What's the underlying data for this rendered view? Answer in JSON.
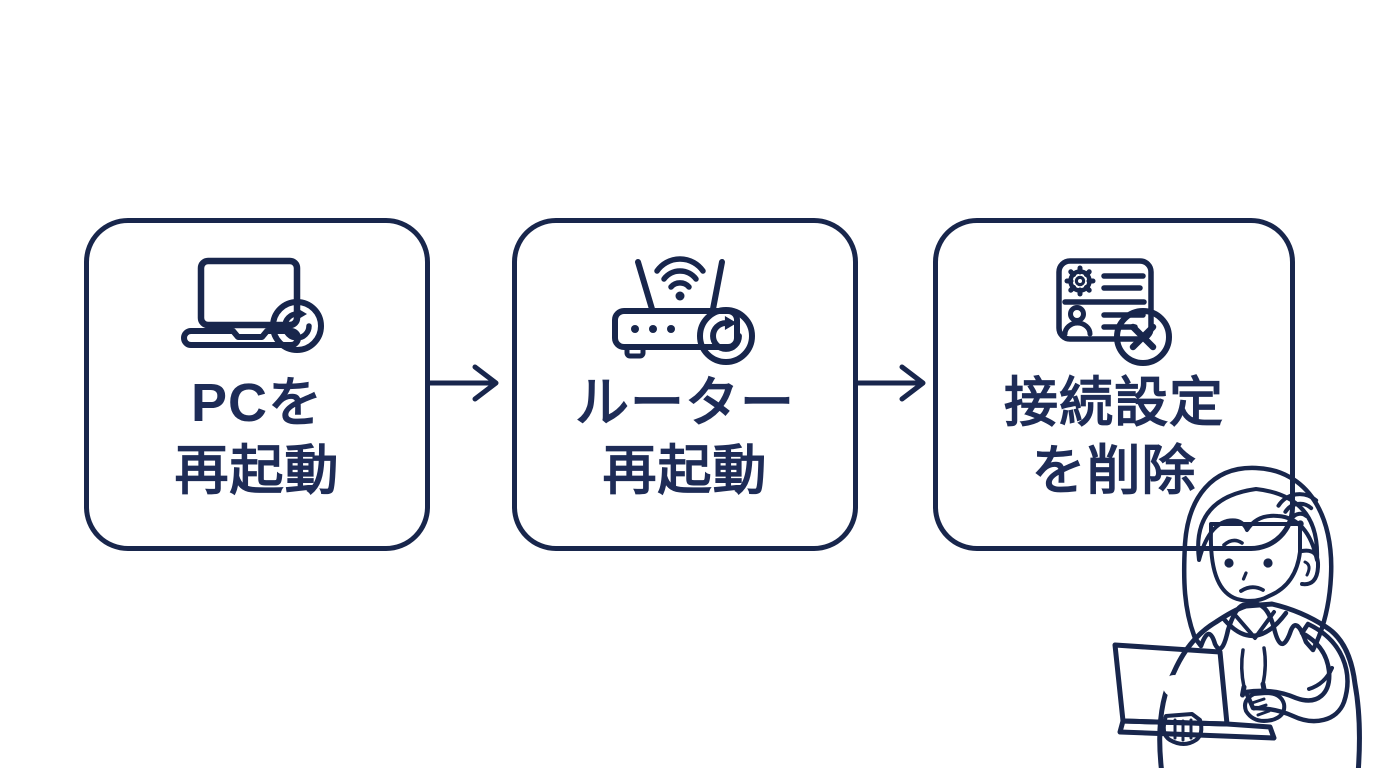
{
  "flow": {
    "steps": [
      {
        "order": 1,
        "line1": "PCを",
        "line2": "再起動",
        "icon": "laptop-restart-icon"
      },
      {
        "order": 2,
        "line1": "ルーター",
        "line2": "再起動",
        "icon": "router-restart-icon"
      },
      {
        "order": 3,
        "line1": "接続設定",
        "line2": "を削除",
        "icon": "connection-settings-delete-icon"
      }
    ],
    "connector_type": "arrow-right"
  },
  "illustration": {
    "name": "worried-woman-holding-laptop",
    "visible_elements": [
      "pink-bob-hair",
      "worried-face",
      "wifi-signal-on-hair",
      "blue-hoodie-with-drawstrings",
      "gray-laptop-with-logo"
    ]
  },
  "colors": {
    "background": "#ffffff",
    "outline_navy": "#18264c",
    "text_navy": "#1e2c57",
    "badge_light_blue": "#a5cfee",
    "hoodie_blue": "#3a69a6",
    "hair_pink": "#f0909d",
    "laptop_gray": "#c9c9cd"
  }
}
